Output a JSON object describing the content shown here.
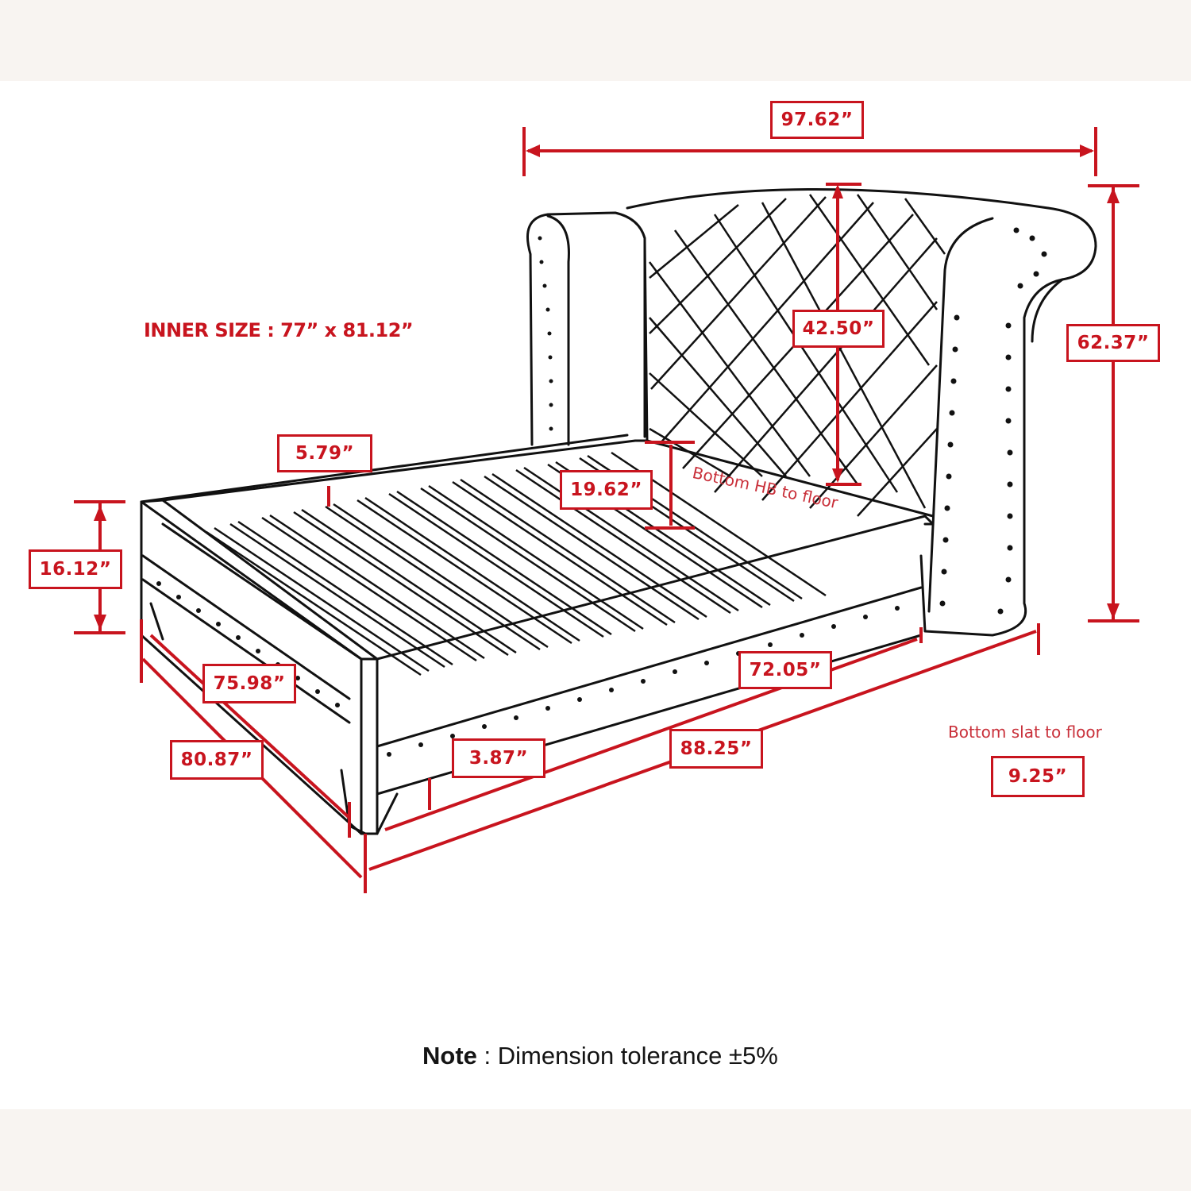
{
  "diagram": {
    "subject": "Upholstered wingback bed frame with tufted headboard",
    "accent_color": "#c8141e",
    "line_color": "#111111",
    "inner_size_label": "INNER SIZE : 77” x 81.12”",
    "dimensions": {
      "overall_width": "97.62”",
      "headboard_height_above_rail": "42.50”",
      "overall_height": "62.37”",
      "rail_to_slat": "5.79”",
      "bottom_headboard_to_floor": "19.62”",
      "footboard_height": "16.12”",
      "inner_length_side": "75.98”",
      "outer_length_side": "80.87”",
      "inner_length_long": "72.05”",
      "overall_length": "88.25”",
      "leg_clearance": "3.87”",
      "bottom_slat_to_floor": "9.25”"
    },
    "captions": {
      "bottom_hb_to_floor": "Bottom HB to floor",
      "bottom_slat_to_floor": "Bottom slat to floor"
    }
  },
  "note": {
    "label": "Note",
    "separator": " : ",
    "text": "Dimension tolerance ±5%"
  }
}
